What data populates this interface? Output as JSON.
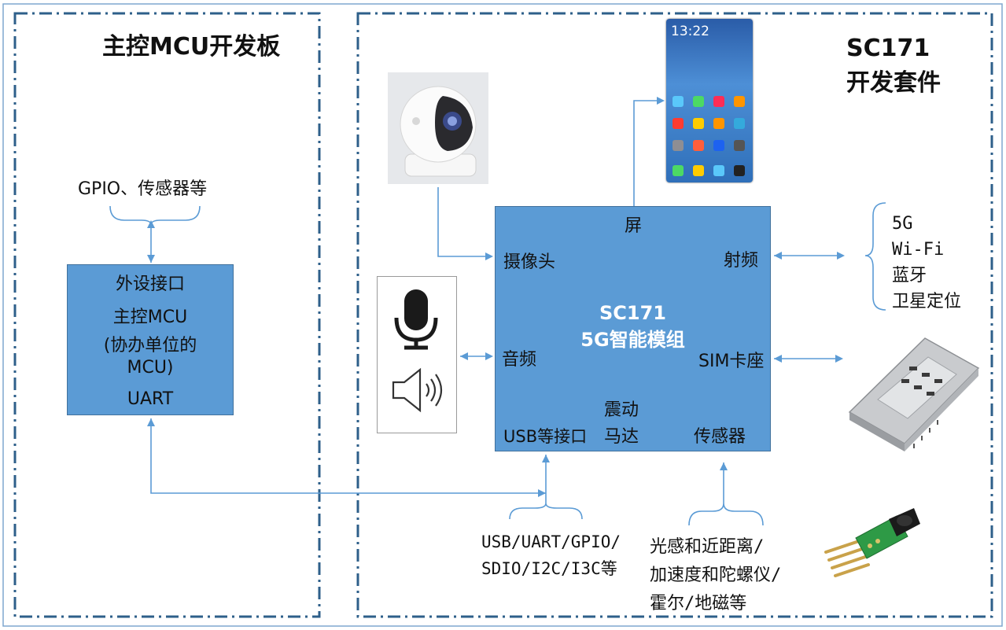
{
  "left_panel": {
    "title": "主控MCU开发板",
    "peripheral_label": "GPIO、传感器等",
    "mcu_box": {
      "line1": "外设接口",
      "line2": "主控MCU",
      "line3": "(协办单位的",
      "line4": "MCU)",
      "line5": "UART"
    }
  },
  "right_panel": {
    "title_line1": "SC171",
    "title_line2": "开发套件",
    "module": {
      "name_line1": "SC171",
      "name_line2": "5G智能模组",
      "screen": "屏",
      "camera": "摄像头",
      "rf": "射频",
      "audio": "音频",
      "sim": "SIM卡座",
      "vibration_line1": "震动",
      "vibration_line2": "马达",
      "usb": "USB等接口",
      "sensor": "传感器"
    },
    "rf_list": [
      "5G",
      "Wi-Fi",
      "蓝牙",
      "卫星定位"
    ],
    "interface_list": [
      "USB/UART/GPIO/",
      "SDIO/I2C/I3C等"
    ],
    "sensor_list": [
      "光感和近距离/",
      "加速度和陀螺仪/",
      "霍尔/地磁等"
    ],
    "phone_time": "13:22",
    "icons": [
      "camera-image-icon",
      "phone-screen-icon",
      "microphone-icon",
      "speaker-icon",
      "sim-card-slot-icon",
      "sensor-chip-icon"
    ]
  },
  "colors": {
    "box_fill": "#5b9bd5",
    "box_border": "#41719c",
    "frame_border": "#2e5f8a",
    "connector": "#5b9bd5"
  }
}
